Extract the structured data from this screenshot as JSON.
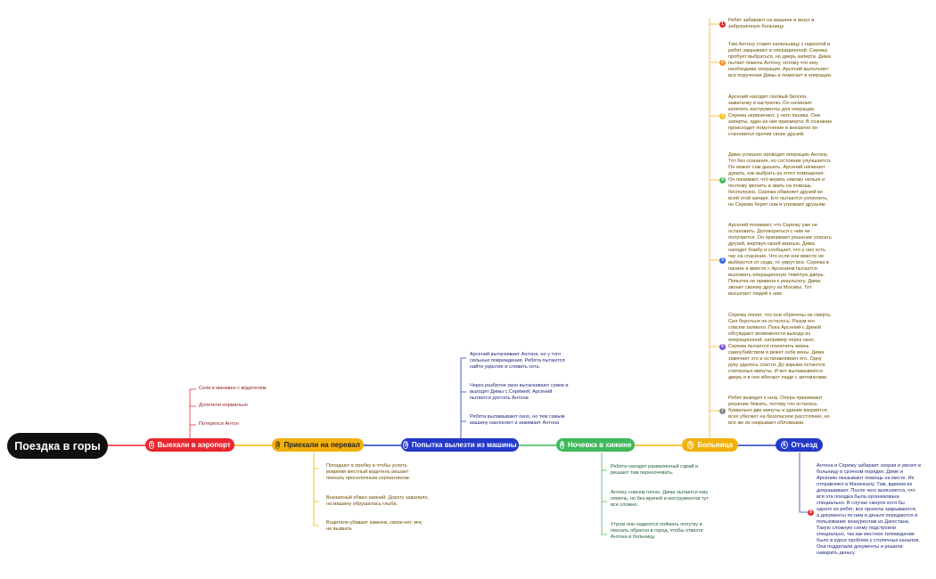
{
  "root": {
    "label": "Поездка в горы"
  },
  "colors": {
    "red": "#e8262d",
    "yellow": "#f2b00c",
    "blue": "#2238c8",
    "green": "#3fb95a",
    "root": "#101010",
    "marker_red": "#e8262d",
    "marker_orange": "#f5922a",
    "marker_yellow": "#f2c21a",
    "marker_green": "#3fb95a",
    "marker_blue": "#3a63e3",
    "marker_purple": "#7a4fd0",
    "marker_gray": "#8a8a8a"
  },
  "topics": [
    {
      "num": "1",
      "label": "Выехали в аэропорт"
    },
    {
      "num": "2",
      "label": "Приехали на перевал"
    },
    {
      "num": "3",
      "label": "Попытка вылезти из машины"
    },
    {
      "num": "4",
      "label": "Ночевка в хижине"
    },
    {
      "num": "5",
      "label": "Больница"
    },
    {
      "num": "6",
      "label": "Отъезд"
    }
  ],
  "airport_leaves": [
    [
      "Сели в минивен с водителем"
    ],
    [
      "Долетели нормально"
    ],
    [
      "Потерялся Антон"
    ]
  ],
  "pass_leaves": [
    [
      "Попадают в пробку и чтобы успеть",
      "вовремя местный водитель решает",
      "поехать проселочным серпантином."
    ],
    [
      "Внезапный обвал камней. Дорогу завалило,",
      "на машину обрушилась глыба."
    ],
    [
      "Водителя убивает камнем, связи нет, мчс",
      "не вызвать"
    ]
  ],
  "car_leaves": [
    [
      "Арсений вытаскивает Антона, но у того",
      "сильные повреждения. Ребята пытаются",
      "найти укрытие и словить сеть."
    ],
    [
      "Через разбитое окно вытаскивают сумки и",
      "выходят Димы с Серёжей, Арсений",
      "пытается достать Антона"
    ],
    [
      "Ребята выламывают окно, но тем самым",
      "машину наклоняет и зажимает Антона"
    ]
  ],
  "hut_leaves": [
    [
      "Ребята находят развалинный сарай и",
      "решают там переночевать."
    ],
    [
      "Антону совсем плохо. Дима пытается ему",
      "помочь, но без врачей и инструментов тут",
      "все сложно."
    ],
    [
      "Утром они надеются поймать попутку и",
      "поехать обратно в город, чтобы отвезти",
      "Антона в больницу."
    ]
  ],
  "hospital_leaves": [
    {
      "marker": "1",
      "lines": [
        "Ребят забирают на машине и везут в",
        "заброшенную больницу."
      ]
    },
    {
      "marker": "2",
      "lines": [
        "Там Антону ставят капельницу с наркотой и",
        "ребят закрывают в операционной. Сережа",
        "пробует выбраться, но дверь заперта. Дима",
        "пытает помочь Антону, потому что ему",
        "необходима операция. Арсений выполняет",
        "все поручения Димы и помогает в операции."
      ]
    },
    {
      "marker": "3",
      "lines": [
        "Арсений находит газовый баллон,",
        "зажигалку и кастрюлю. Он начинает",
        "кипятить инструменты для операции.",
        "Сережа нервничает, у него паника. Они",
        "заперты, один из них присмерти. В сознание",
        "происходит помутнение и внезапно он",
        "становится против своих друзей."
      ]
    },
    {
      "marker": "4",
      "lines": [
        "Дима успешно проводит операцию Антону.",
        "Тот без сознания, но состояние улучшается.",
        "Он может сам дышать. Арсений начинает",
        "думать, как выбрать из этого помещения.",
        "Он понимает, что верить никому нельзя и",
        "поэтому звонить и звать на помощь",
        "бесполезно. Сережа обвиняет друзей во",
        "всей этой запаре. Его пытаются успокоить,",
        "но Сережа берет нож и угрожает друзьям."
      ]
    },
    {
      "marker": "5",
      "lines": [
        "Арсений понимает, что Сережу уже не",
        "остановить. Договориться с ним не",
        "получается. Он принимает решение спасать",
        "друзей, жертвуя своей жизнью. Дима",
        "находит бомбу и сообщает, что у них есть",
        "час на спасение. Что если они вместе не",
        "выберутся от сюда, то умрут все. Сережа в",
        "панике и вместе с Арсением пытается",
        "выломать операционную тяжёлую дверь.",
        "Попытка не привела к результату. Дима",
        "звонит своему другу из Москвы. Тот",
        "высылает людей к ним."
      ]
    },
    {
      "marker": "6",
      "lines": [
        "Сережа понял, что они обречены на смерть.",
        "Сил бороться не осталось. Разум его",
        "совсем затмило. Пока Арсений с Димой",
        "обсуждают возможности выхода из",
        "операционной, например через окно,",
        "Сережа пытается покончить жизнь",
        "самоубийством и режет себе вены. Дима",
        "замечает это и останавливает его. Одну",
        "руку удалось спасти. До взрыва остаются",
        "считанные минуты. И вот выламывается",
        "дверь и в нее вбегают люди с автоматами."
      ]
    },
    {
      "marker": "7",
      "lines": [
        "Ребят выводят к низу. Опера принимают",
        "решение бежать, потому что осталось",
        "буквально две минуты и здание взорвётся.",
        "всех убегают на безопасное расстояние, но",
        "все же их накрывает обломками."
      ]
    }
  ],
  "departure_leaves": [
    {
      "marker": "8",
      "lines": [
        "Антона и Сережу забирает скорая и увозят в",
        "больницу в срочном порядке. Диме и",
        "Арсению оказывают помощь на месте. Их",
        "отправляют в Махачкалу. Там, вдвоем их",
        "допрашивают. После чего выясняется, что",
        "вся эта поездка была организована",
        "специально. В случае смерти хотя бы",
        "одного из ребят, все проекты закрываются,",
        "а документы по ним и деньги передаются в",
        "пользование конкурентам из Дагестана.",
        "Такую сложную схему подстроили",
        "специально, так как местное телевидение",
        "было в курсе проблем у столичных каналов.",
        "Они подделали документы и решили",
        "наварить деньгу."
      ]
    }
  ]
}
